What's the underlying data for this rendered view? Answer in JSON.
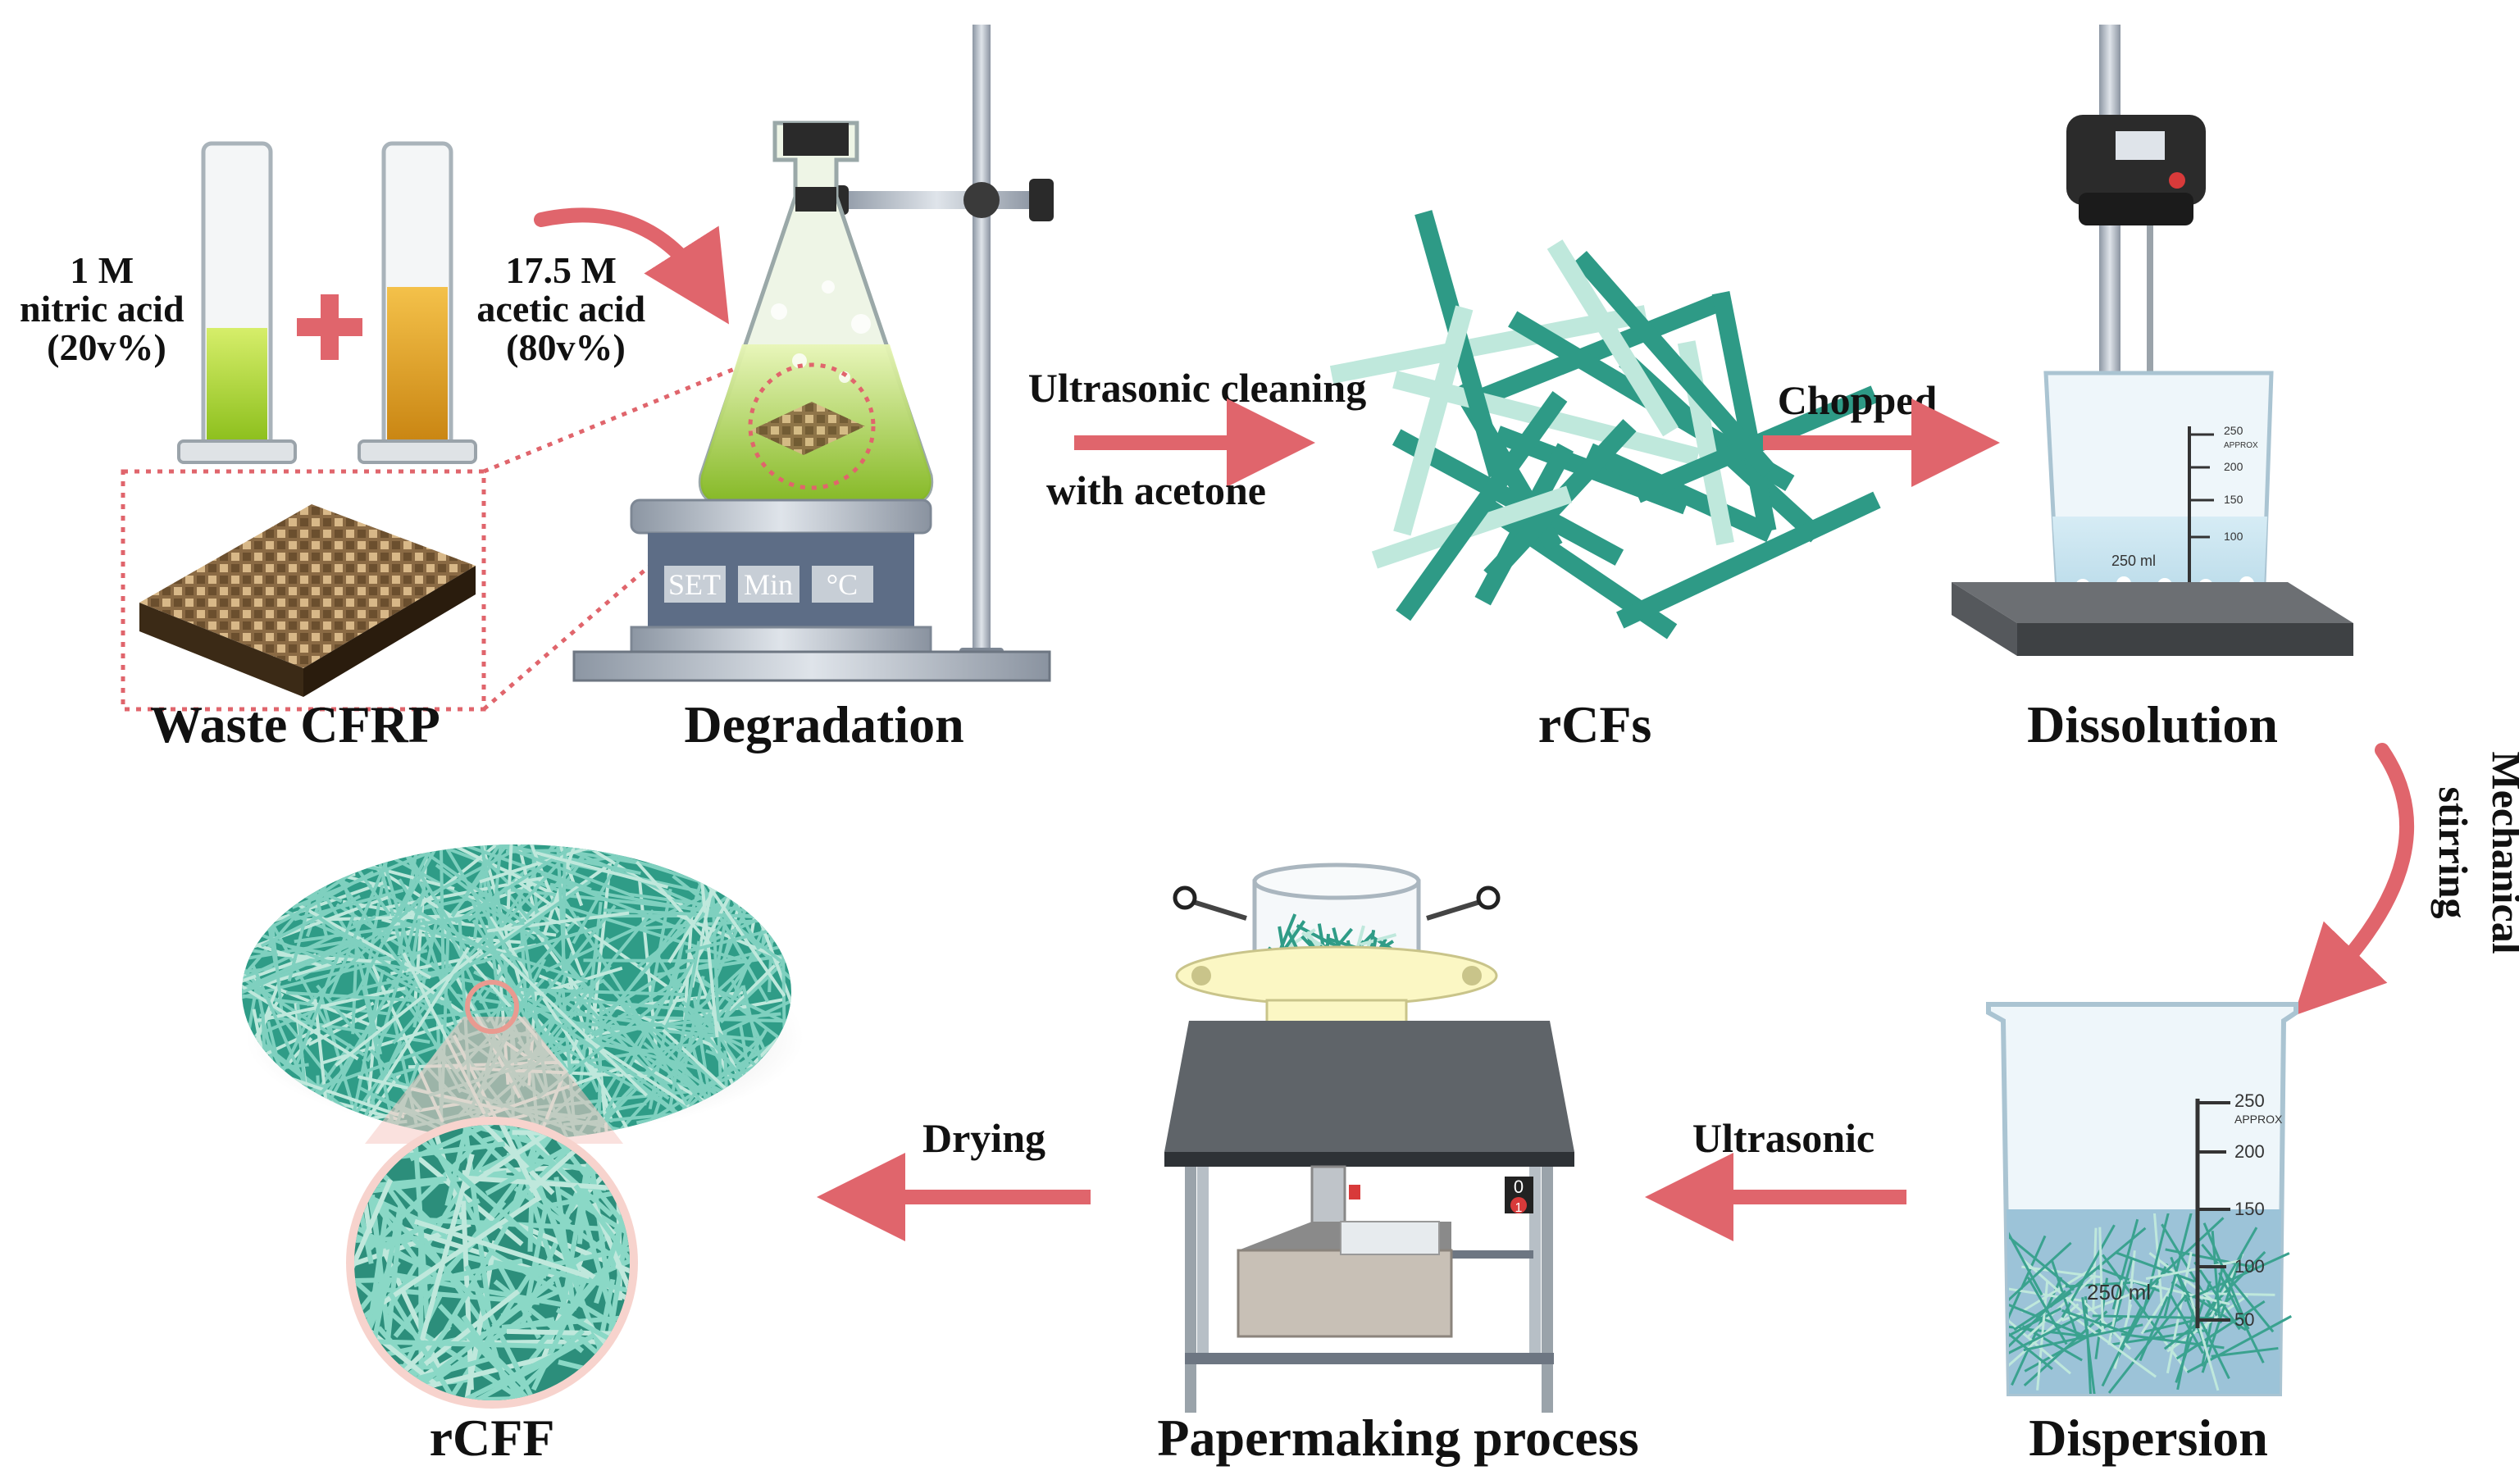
{
  "reagents": {
    "nitric": {
      "line1": "1 M",
      "line2": "nitric acid",
      "line3": "(20v%)"
    },
    "acetic": {
      "line1": "17.5 M",
      "line2": "acetic acid",
      "line3": "(80v%)"
    }
  },
  "hotplate_buttons": [
    "SET",
    "Min",
    "°C"
  ],
  "steps": {
    "waste": "Waste CFRP",
    "degradation": "Degradation",
    "rcfs": "rCFs",
    "dissolution": "Dissolution",
    "dispersion": "Dispersion",
    "papermaking": "Papermaking process",
    "rcff": "rCFF"
  },
  "arrows": {
    "ultrasonic_cleaning_1": "Ultrasonic cleaning",
    "ultrasonic_cleaning_2": "with acetone",
    "chopped": "Chopped",
    "mech_1": "Mechanical",
    "mech_2": "stirring",
    "ultrasonic": "Ultrasonic",
    "drying": "Drying"
  },
  "beaker_small": {
    "volume": "250 ml",
    "ticks": [
      "250",
      "APPROX",
      "200",
      "150",
      "100"
    ]
  },
  "beaker_large": {
    "volume": "250 ml",
    "ticks": [
      "250",
      "APPROX",
      "200",
      "150",
      "100",
      "50"
    ]
  },
  "switch": {
    "off": "0",
    "on": "1"
  },
  "colors": {
    "fiber": "#2e9a86",
    "arrow": "#e0656c",
    "acid_green": "#9fcc2a",
    "acid_amber": "#dd9a1c"
  }
}
